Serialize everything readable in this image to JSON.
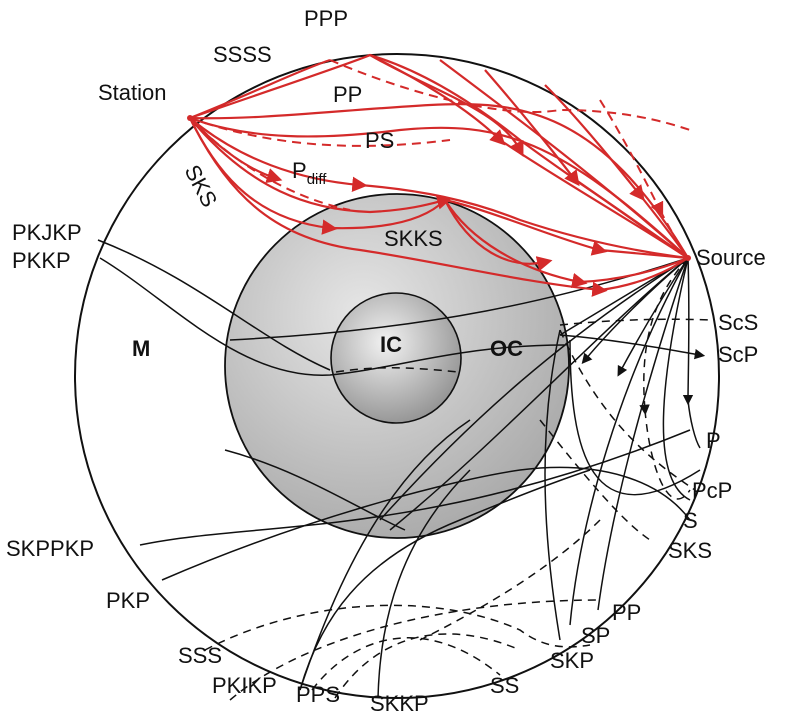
{
  "labels": {
    "station": "Station",
    "source": "Source",
    "mantle": "M",
    "outer_core": "OC",
    "inner_core": "IC",
    "ppp": "PPP",
    "ssss": "SSSS",
    "pp_top": "PP",
    "ps": "PS",
    "sks_top": "SKS",
    "pdiff_main": "P",
    "pdiff_sub": "diff",
    "skks": "SKKS",
    "pkjkp": "PKJKP",
    "pkkp": "PKKP",
    "scs": "ScS",
    "scp": "ScP",
    "p": "P",
    "pcp": "PcP",
    "s": "S",
    "sks_right": "SKS",
    "pp_bottom": "PP",
    "sp": "SP",
    "skp": "SKP",
    "ss": "SS",
    "skkp": "SKKP",
    "pps": "PPS",
    "pkikp": "PKIKP",
    "sss": "SSS",
    "pkp": "PKP",
    "skppkp": "SKPPKP"
  },
  "colors": {
    "red_rays": "#d42a2a",
    "black_rays": "#111111",
    "earth_outline": "#111111",
    "outer_core_fill": "#c9c9c9",
    "inner_core_fill": "#b0b0b0"
  }
}
